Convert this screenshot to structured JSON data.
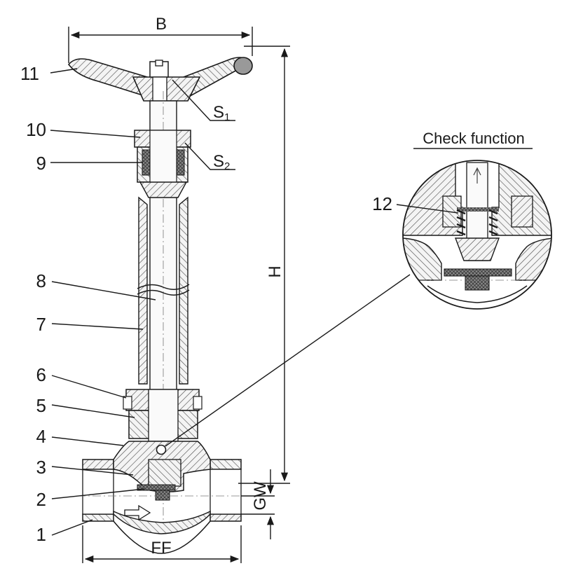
{
  "labels": {
    "p1": "1",
    "p2": "2",
    "p3": "3",
    "p4": "4",
    "p5": "5",
    "p6": "6",
    "p7": "7",
    "p8": "8",
    "p9": "9",
    "p10": "10",
    "p11": "11",
    "p12": "12"
  },
  "dimensions": {
    "b": "B",
    "h": "H",
    "ff": "FF",
    "gw": "GW",
    "s1_main": "S",
    "s1_sub": "1",
    "s2_main": "S",
    "s2_sub": "2"
  },
  "detail": {
    "title": "Check function"
  },
  "colors": {
    "line": "#1a1a1a",
    "hatch": "#444444",
    "fill_dark": "#9a9a9a",
    "fill_light": "#f2f2f2"
  }
}
